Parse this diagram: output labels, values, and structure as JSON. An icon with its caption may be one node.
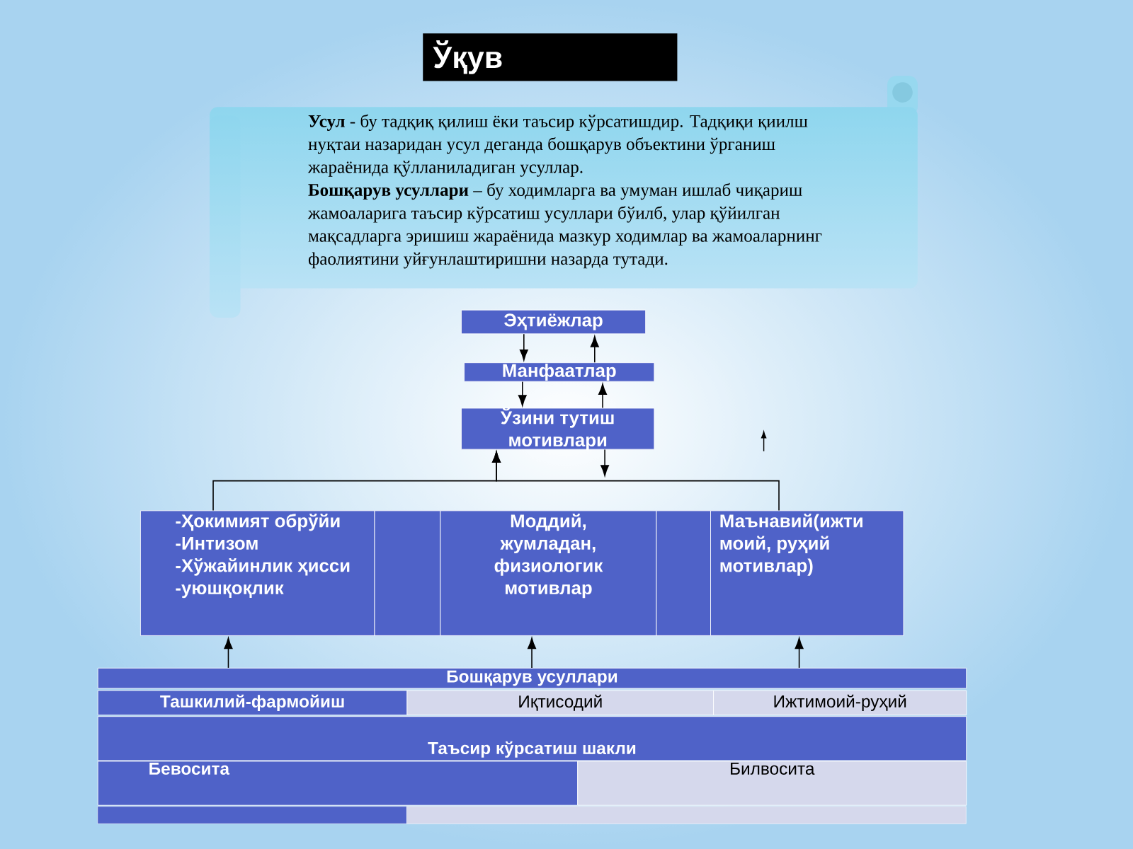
{
  "diagram": {
    "title": "Ўқув",
    "nodes": [
      {
        "text": [
          "**Усул** -  бу тадқиқ қилиш ёки таъсир кўрсатишдир. Тадқиқи қиилш нуқтаи назаридан усул деганда бошқарув объектини ўрганиш жараёнида қўлланиладиган усуллар.",
          "**Бошқарув усуллари** – бу ходимларга  ва умуман ишлаб чиқариш жамоаларига таъсир кўрсатиш усуллари бўилб, улар қўйилган мақсадларга эришиш жараёнида мазкур ходимлар ва жамоаларнинг фаолиятини уйғунлаштиришни назарда тутади."
        ]
      },
      {
        "text": [
          "Эҳтиёжлар"
        ]
      },
      {
        "text": [
          "Манфаатлар"
        ]
      },
      {
        "text": [
          "Ўзини тутиш мотивлари"
        ]
      },
      {
        "text": [
          "-Ҳокимият обрўйи",
          "-Интизом",
          "-Хўжайинлик ҳисси",
          "-уюшқоқлик"
        ]
      },
      {
        "text": [],
        "shape": "box"
      },
      {
        "text": [
          "Моддий, жумладан, физиологик мотивлар"
        ]
      },
      {
        "text": [],
        "shape": "box"
      },
      {
        "text": [
          "Маънавий(ижти моий, руҳий мотивлар)"
        ]
      },
      {
        "text": [
          "Бошқарув усуллари"
        ]
      },
      {
        "text": [
          "Ташкилий-фармойиш"
        ]
      },
      {
        "text": [
          "Иқтисодий"
        ]
      },
      {
        "text": [
          "Ижтимоий-руҳий"
        ]
      },
      {
        "text": [
          "Таъсир кўрсатиш шакли"
        ]
      },
      {
        "text": [
          "Бевосита"
        ]
      },
      {
        "text": [
          "Билвосита"
        ]
      }
    ],
    "edges": [
      {
        "from": 1,
        "to": 2,
        "arrow": "to"
      },
      {
        "from": 2,
        "to": 1,
        "arrow": "to"
      },
      {
        "from": 2,
        "to": 3,
        "arrow": "to"
      },
      {
        "from": 3,
        "to": 2,
        "arrow": "to"
      },
      {
        "from": 4,
        "to": 3,
        "arrow": "to"
      },
      {
        "from": 8,
        "to": 3,
        "arrow": "to"
      },
      {
        "from": 3,
        "to": null,
        "arrow": "to"
      },
      {
        "from": 9,
        "to": 4,
        "arrow": "to"
      },
      {
        "from": 9,
        "to": 6,
        "arrow": "to"
      },
      {
        "from": 9,
        "to": 8,
        "arrow": "to"
      }
    ]
  }
}
